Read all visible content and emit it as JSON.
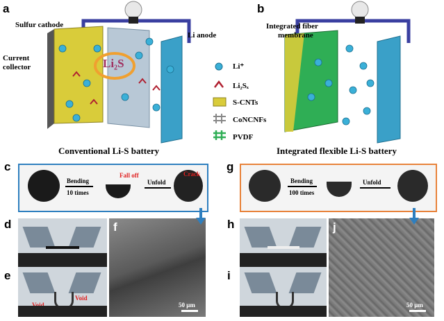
{
  "panels": {
    "a": "a",
    "b": "b",
    "c": "c",
    "d": "d",
    "e": "e",
    "f": "f",
    "g": "g",
    "h": "h",
    "i": "i",
    "j": "j"
  },
  "panel_a": {
    "sulfur_cathode": "Sulfur cathode",
    "current": "Current",
    "collector": "collector",
    "li_anode": "Li anode",
    "li2s": "Li₂S",
    "caption": "Conventional Li-S battery"
  },
  "panel_b": {
    "integrated_fiber": "Integrated fiber",
    "membrane": "membrane",
    "caption": "Integrated flexible Li-S battery"
  },
  "legend": {
    "li_ion": "Li⁺",
    "li2sx": "Li₂Sₓ",
    "s_cnts": "S-CNTs",
    "concnfs": "CoNCNFs",
    "pvdf": "PVDF"
  },
  "panel_c": {
    "bending": "Bending",
    "times": "10 times",
    "fall_off": "Fall off",
    "unfold": "Unfold",
    "crack": "Crack"
  },
  "panel_g": {
    "bending": "Bending",
    "times": "100 times",
    "unfold": "Unfold"
  },
  "panel_e": {
    "void_left": "Void",
    "void_right": "Void"
  },
  "scalebars": {
    "f": "50 μm",
    "j": "50 μm"
  },
  "colors": {
    "c_frame": "#2e7fbf",
    "g_frame": "#e8823a",
    "anode": "#3aa0c8",
    "cathode": "#d9cc3a",
    "pvdf": "#2fae55",
    "bulb_wire": "#3a3fa0"
  }
}
